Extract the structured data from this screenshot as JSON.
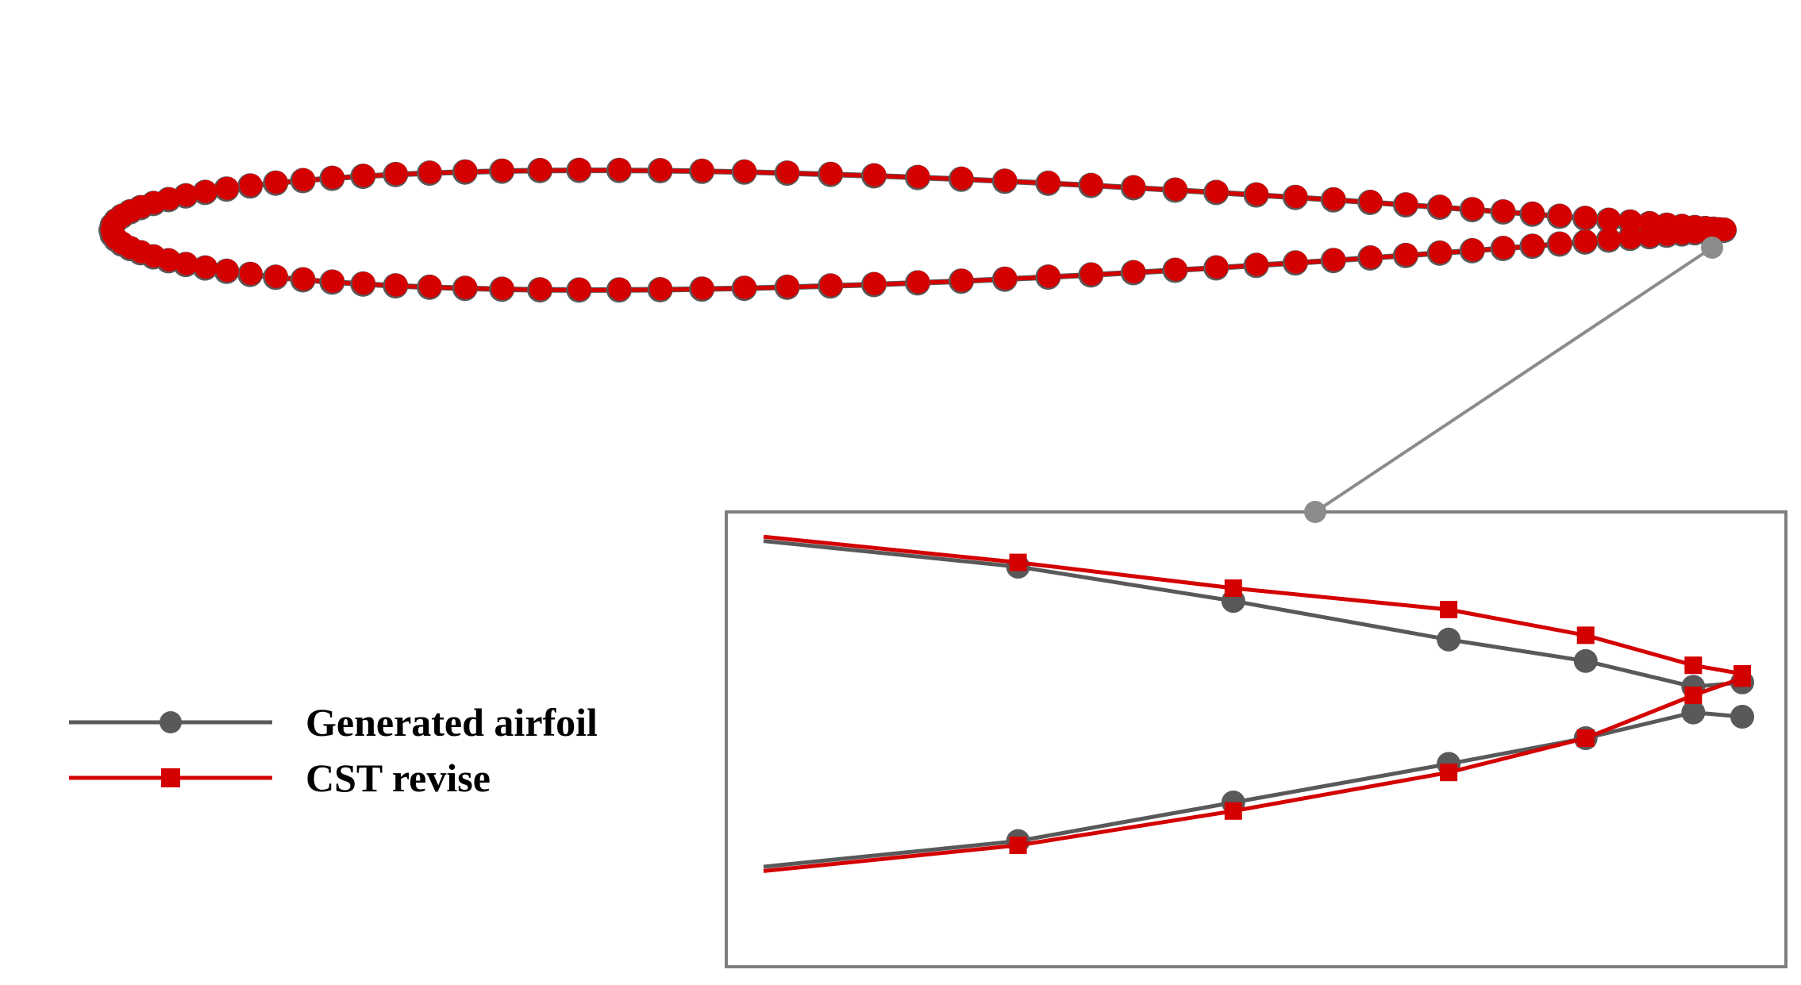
{
  "legend": {
    "generated_label": "Generated airfoil",
    "cst_label": "CST revise"
  },
  "colors": {
    "generated": "#595959",
    "cst": "#d40000",
    "connector": "#8c8c8c",
    "inset_border": "#7f7f7f"
  },
  "chart_data": {
    "type": "line",
    "title": "",
    "xlabel": "",
    "ylabel": "",
    "series": [
      {
        "name": "Generated airfoil",
        "marker": "circle"
      },
      {
        "name": "CST revise",
        "marker": "square"
      }
    ],
    "inset": {
      "generated_upper": [
        [
          0,
          0.96
        ],
        [
          0.26,
          0.9
        ],
        [
          0.48,
          0.82
        ],
        [
          0.7,
          0.73
        ],
        [
          0.84,
          0.68
        ],
        [
          0.95,
          0.62
        ],
        [
          1.0,
          0.63
        ]
      ],
      "generated_lower": [
        [
          0,
          0.2
        ],
        [
          0.26,
          0.26
        ],
        [
          0.48,
          0.35
        ],
        [
          0.7,
          0.44
        ],
        [
          0.84,
          0.5
        ],
        [
          0.95,
          0.56
        ],
        [
          1.0,
          0.55
        ]
      ],
      "cst_upper": [
        [
          0,
          0.97
        ],
        [
          0.26,
          0.91
        ],
        [
          0.48,
          0.85
        ],
        [
          0.7,
          0.8
        ],
        [
          0.84,
          0.74
        ],
        [
          0.95,
          0.67
        ],
        [
          1.0,
          0.65
        ]
      ],
      "cst_lower": [
        [
          0,
          0.19
        ],
        [
          0.26,
          0.25
        ],
        [
          0.48,
          0.33
        ],
        [
          0.7,
          0.42
        ],
        [
          0.84,
          0.5
        ],
        [
          0.95,
          0.6
        ],
        [
          1.0,
          0.64
        ]
      ]
    }
  }
}
